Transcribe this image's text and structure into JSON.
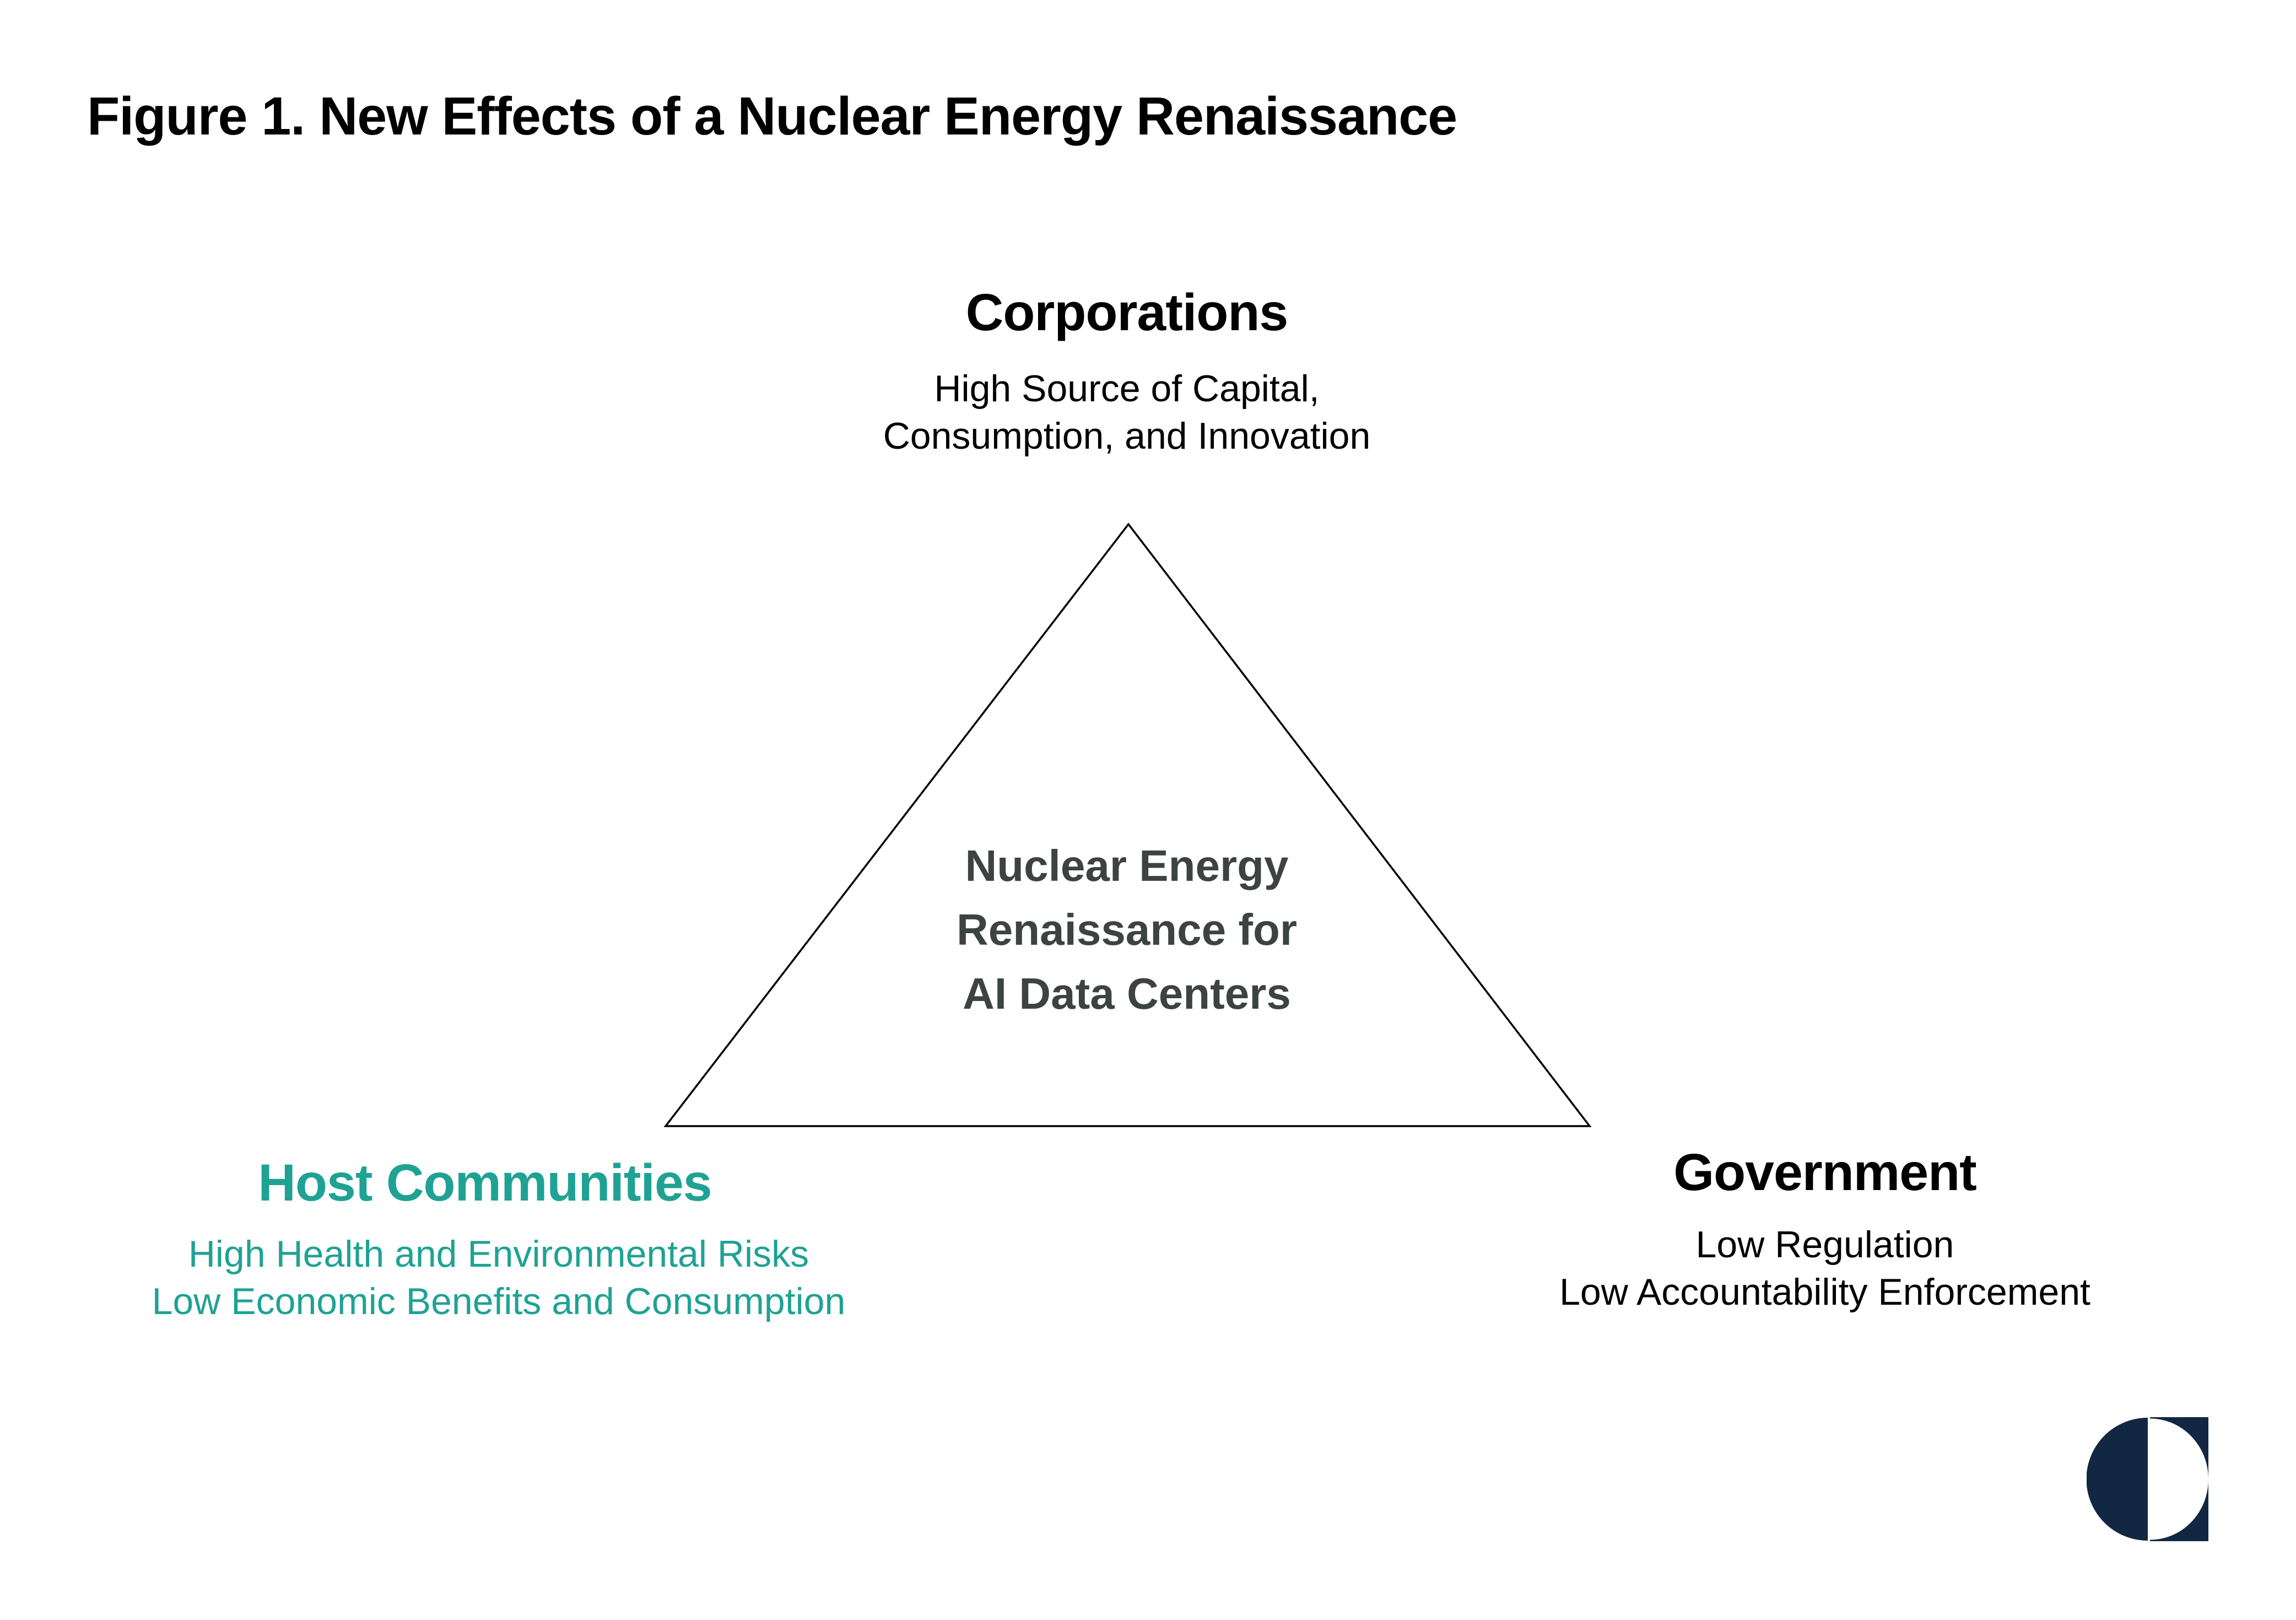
{
  "figure": {
    "title": "Figure 1. New Effects of a Nuclear Energy Renaissance"
  },
  "triangle": {
    "center_lines": [
      "Nuclear Energy",
      "Renaissance for",
      "AI Data Centers"
    ]
  },
  "vertices": {
    "top": {
      "label": "Corporations",
      "lines": [
        "High Source of Capital,",
        "Consumption, and Innovation"
      ]
    },
    "bottom_left": {
      "label": "Host Communities",
      "lines": [
        "High Health and Environmental Risks",
        "Low Economic Benefits and Consumption"
      ]
    },
    "bottom_right": {
      "label": "Government",
      "lines": [
        "Low Regulation",
        "Low Accountability Enforcement"
      ]
    }
  },
  "colors": {
    "teal": "#1fa294",
    "navy": "#112742",
    "center_gray": "#3d4341",
    "black": "#000000"
  },
  "logo": {
    "name": "split-circle-logo"
  }
}
